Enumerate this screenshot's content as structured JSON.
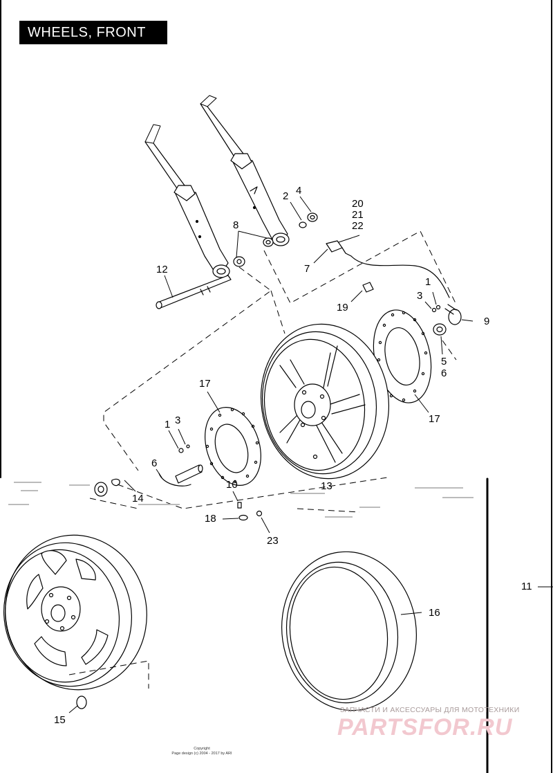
{
  "title": "WHEELS, FRONT",
  "callouts": {
    "c1a": "1",
    "c1b": "1",
    "c2": "2",
    "c3a": "3",
    "c3b": "3",
    "c4": "4",
    "c5": "5",
    "c6a": "6",
    "c6b": "6",
    "c7": "7",
    "c8": "8",
    "c9": "9",
    "c10": "10",
    "c11": "11",
    "c12": "12",
    "c13": "13",
    "c14": "14",
    "c15": "15",
    "c16": "16",
    "c17a": "17",
    "c17b": "17",
    "c18": "18",
    "c19": "19",
    "c20": "20",
    "c21": "21",
    "c22": "22",
    "c23": "23"
  },
  "watermark": {
    "text": "ЗАПЧАСТИ И АКСЕССУАРЫ ДЛЯ МОТОТЕХНИКИ",
    "logo": "PARTSFOR.RU"
  },
  "copyright": {
    "line1": "Copyright",
    "line2": "Page design (c) 2004 - 2017 by ARI"
  }
}
